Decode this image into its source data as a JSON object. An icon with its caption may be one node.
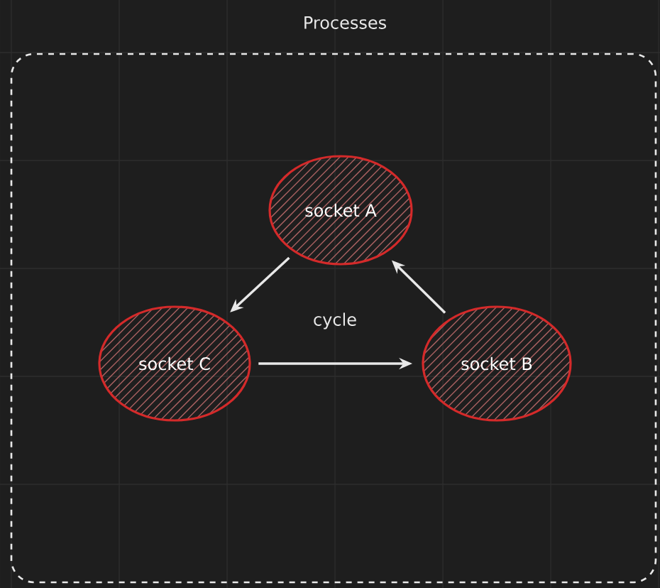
{
  "diagram": {
    "nodes": [
      {
        "text": [
          "Processes"
        ]
      },
      {
        "text": [
          "socket A"
        ],
        "in": 0
      },
      {
        "text": [
          "socket B"
        ],
        "in": 0
      },
      {
        "text": [
          "socket C"
        ],
        "in": 0
      }
    ],
    "edges": [
      {
        "from": 1,
        "to": 3,
        "arrow": "to"
      },
      {
        "from": 3,
        "to": 2,
        "arrow": "to"
      },
      {
        "from": 2,
        "to": 1,
        "arrow": "to"
      }
    ],
    "labels": [
      "cycle"
    ]
  }
}
